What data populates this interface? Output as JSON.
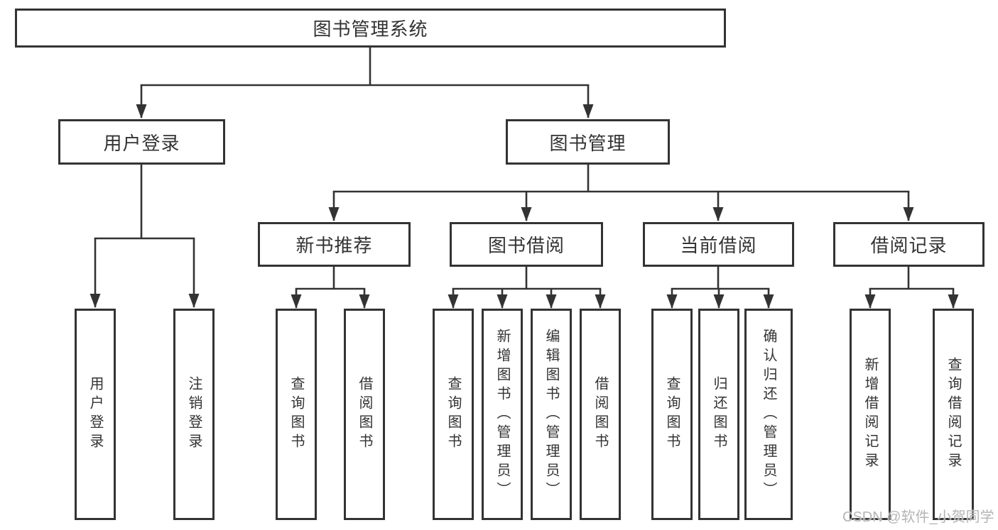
{
  "diagram": {
    "root": {
      "label": "图书管理系统"
    },
    "branches": {
      "user_login": {
        "label": "用户登录",
        "children": [
          "用户登录",
          "注销登录"
        ]
      },
      "book_management": {
        "label": "图书管理",
        "sections": [
          {
            "label": "新书推荐",
            "children": [
              "查询图书",
              "借阅图书"
            ]
          },
          {
            "label": "图书借阅",
            "children": [
              "查询图书",
              "新增图书（管理员）",
              "编辑图书（管理员）",
              "借阅图书"
            ]
          },
          {
            "label": "当前借阅",
            "children": [
              "查询图书",
              "归还图书",
              "确认归还（管理员）"
            ]
          },
          {
            "label": "借阅记录",
            "children": [
              "新增借阅记录",
              "查询借阅记录"
            ]
          }
        ]
      }
    },
    "watermark": "CSDN @软件_小贺同学",
    "colors": {
      "line": "#333333",
      "text": "#333333",
      "watermark": "#b5b5b5",
      "background": "#ffffff"
    }
  }
}
